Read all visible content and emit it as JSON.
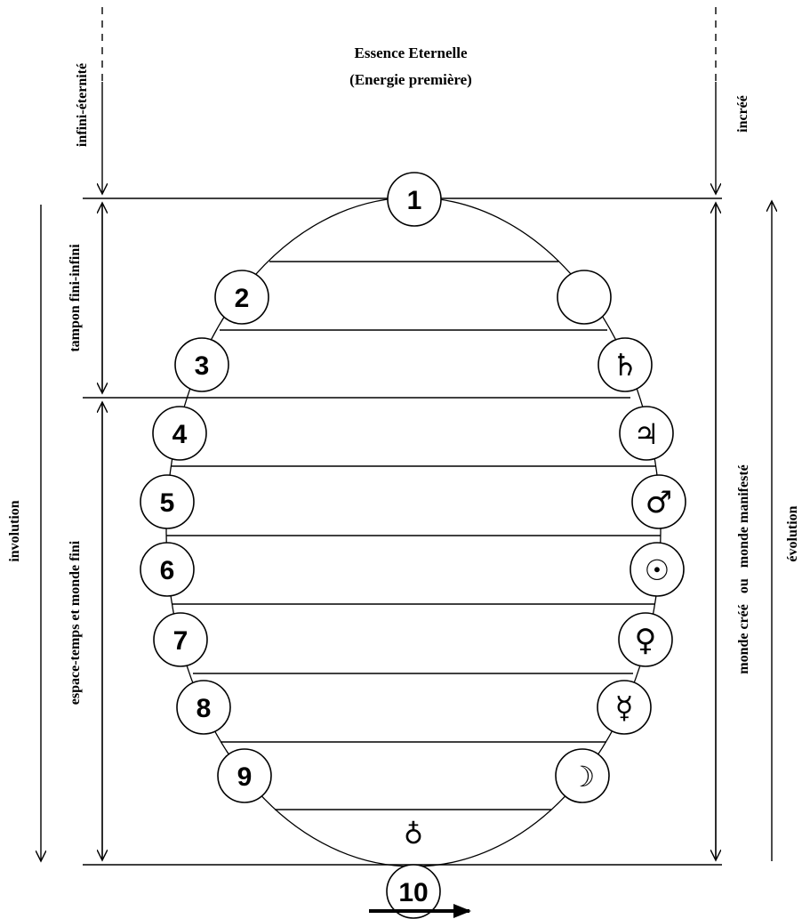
{
  "title": {
    "line1": "Essence Eternelle",
    "line2": "(Energie première)"
  },
  "left_labels": {
    "top": "infini-éternité",
    "middle": "tampon fini-infini",
    "bottom": "espace-temps et monde fini",
    "outer": "involution"
  },
  "right_labels": {
    "top": "incréé",
    "bottom": "monde créé   ou   monde manifesté",
    "outer": "évolution"
  },
  "nodes": {
    "n1": "1",
    "n2": "2",
    "n3": "3",
    "n4": "4",
    "n5": "5",
    "n6": "6",
    "n7": "7",
    "n8": "8",
    "n9": "9",
    "n10": "10"
  },
  "planets": {
    "saturn": "♄",
    "jupiter": "♃",
    "mars": "♂",
    "sun": "☉",
    "venus": "♀",
    "mercury": "☿",
    "moon": "☽",
    "earth": "♁"
  },
  "planet_icons": [
    "empty-circle",
    "saturn-icon",
    "jupiter-icon",
    "mars-icon",
    "sun-icon",
    "venus-icon",
    "mercury-icon",
    "moon-icon",
    "earth-icon"
  ],
  "colors": {
    "ink": "#000000",
    "paper": "#ffffff"
  }
}
